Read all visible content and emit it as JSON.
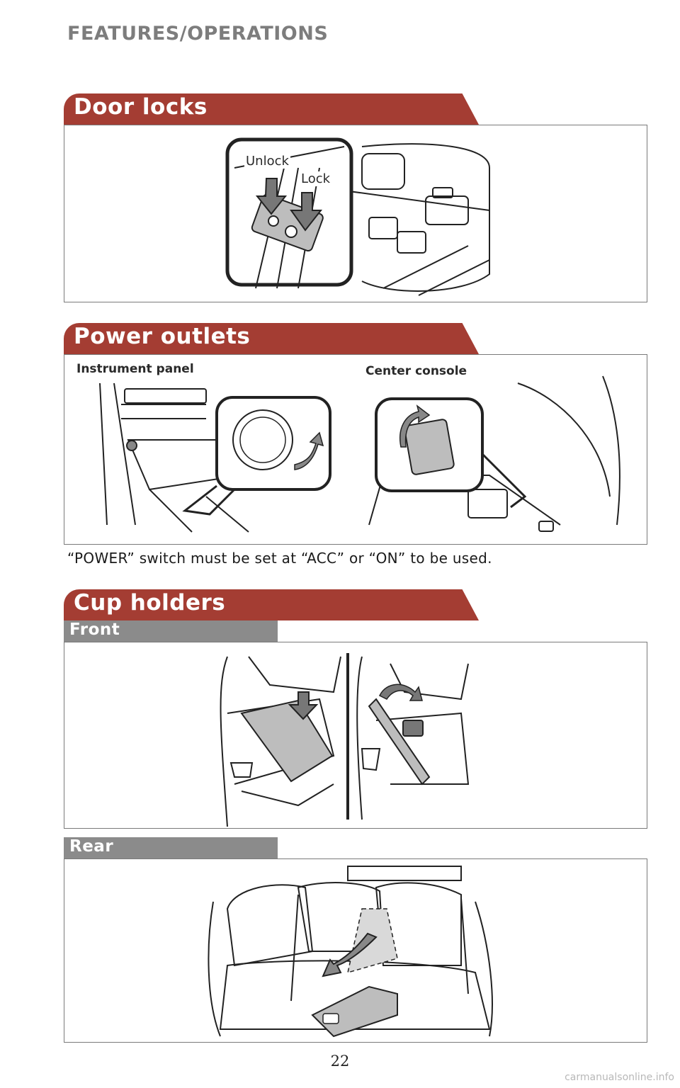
{
  "page_header": "FEATURES/OPERATIONS",
  "sections": {
    "door_locks": {
      "title": "Door locks",
      "callouts": {
        "unlock": "Unlock",
        "lock": "Lock"
      }
    },
    "power_outlets": {
      "title": "Power outlets",
      "left_label": "Instrument panel",
      "right_label": "Center console",
      "note": "“POWER” switch must be set at “ACC” or “ON” to be used."
    },
    "cup_holders": {
      "title": "Cup holders",
      "front_label": "Front",
      "rear_label": "Rear"
    }
  },
  "page_number": "22",
  "watermark": "carmanualsonline.info"
}
